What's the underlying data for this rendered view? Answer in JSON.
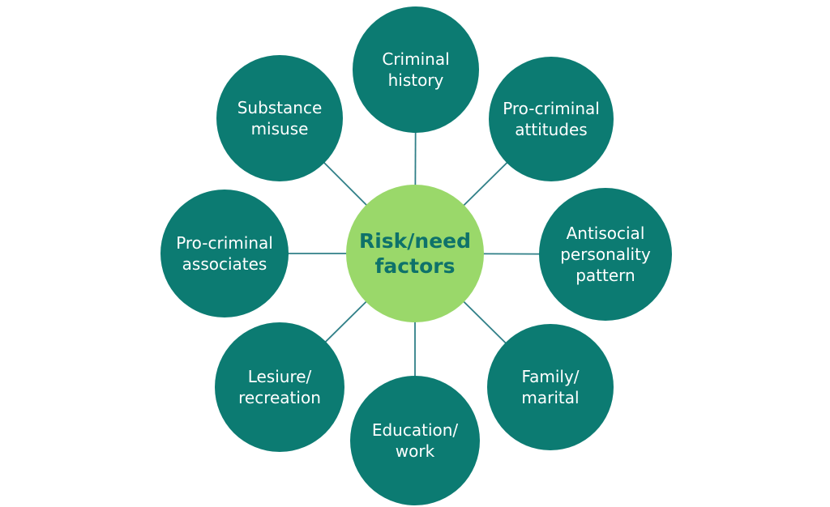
{
  "diagram": {
    "center": {
      "label": "Risk/need\nfactors"
    },
    "nodes": {
      "top": {
        "label": "Criminal\nhistory"
      },
      "top_right": {
        "label": "Pro-criminal\nattitudes"
      },
      "right": {
        "label": "Antisocial\npersonality\npattern"
      },
      "bottom_right": {
        "label": "Family/\nmarital"
      },
      "bottom": {
        "label": "Education/\nwork"
      },
      "bottom_left": {
        "label": "Lesiure/\nrecreation"
      },
      "left": {
        "label": "Pro-criminal\nassociates"
      },
      "top_left": {
        "label": "Substance\nmisuse"
      }
    },
    "colors": {
      "node_fill": "#0C7B72",
      "node_text": "#FFFFFF",
      "center_fill": "#9AD86A",
      "center_text": "#0E726A",
      "connector": "#2F7F87",
      "background": "#FFFFFF"
    }
  }
}
